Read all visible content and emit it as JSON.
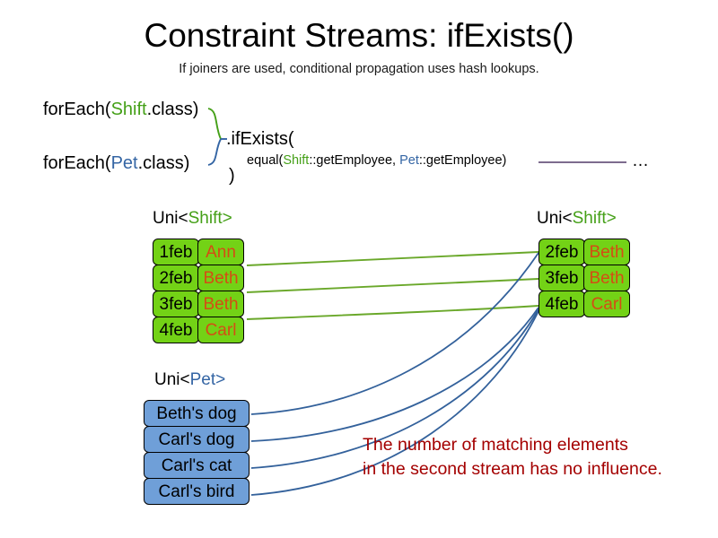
{
  "header": {
    "title": "Constraint Streams: ifExists()",
    "subtitle": "If joiners are used, conditional propagation uses hash lookups."
  },
  "code": {
    "foreach_shift_prefix": "forEach(",
    "foreach_shift_type": "Shift",
    "foreach_shift_suffix": ".class)",
    "foreach_pet_prefix": "forEach(",
    "foreach_pet_type": "Pet",
    "foreach_pet_suffix": ".class)",
    "ifexists": ".ifExists(",
    "close_paren": ")",
    "equal_prefix": "equal(",
    "equal_shift_type": "Shift",
    "equal_shift_method": "::getEmployee, ",
    "equal_pet_type": "Pet",
    "equal_pet_method": "::getEmployee)",
    "ellipsis": "…"
  },
  "labels": {
    "left_shift_prefix": "Uni<",
    "left_shift_type": "Shift",
    "left_shift_suffix": ">",
    "right_shift_prefix": "Uni<",
    "right_shift_type": "Shift",
    "right_shift_suffix": ">",
    "pet_prefix": "Uni<",
    "pet_type": "Pet",
    "pet_suffix": ">"
  },
  "left_shift_stream": [
    {
      "date": "1feb",
      "employee": "Ann"
    },
    {
      "date": "2feb",
      "employee": "Beth"
    },
    {
      "date": "3feb",
      "employee": "Beth"
    },
    {
      "date": "4feb",
      "employee": "Carl"
    }
  ],
  "right_shift_stream": [
    {
      "date": "2feb",
      "employee": "Beth"
    },
    {
      "date": "3feb",
      "employee": "Beth"
    },
    {
      "date": "4feb",
      "employee": "Carl"
    }
  ],
  "pet_stream": [
    {
      "name": "Beth's dog"
    },
    {
      "name": "Carl's dog"
    },
    {
      "name": "Carl's cat"
    },
    {
      "name": "Carl's bird"
    }
  ],
  "annotation": {
    "line1": "The number of matching elements",
    "line2": "in the second stream has no influence."
  },
  "colors": {
    "shift_green": "#45a018",
    "pet_blue": "#3465a4",
    "box_green": "#73d216",
    "box_blue": "#6f9fd8",
    "employee_orange": "#d44d14",
    "annotation_red": "#a40000",
    "wire_green": "#6aa82a",
    "wire_blue": "#33619b",
    "rule_purple": "#7d6b8e"
  }
}
